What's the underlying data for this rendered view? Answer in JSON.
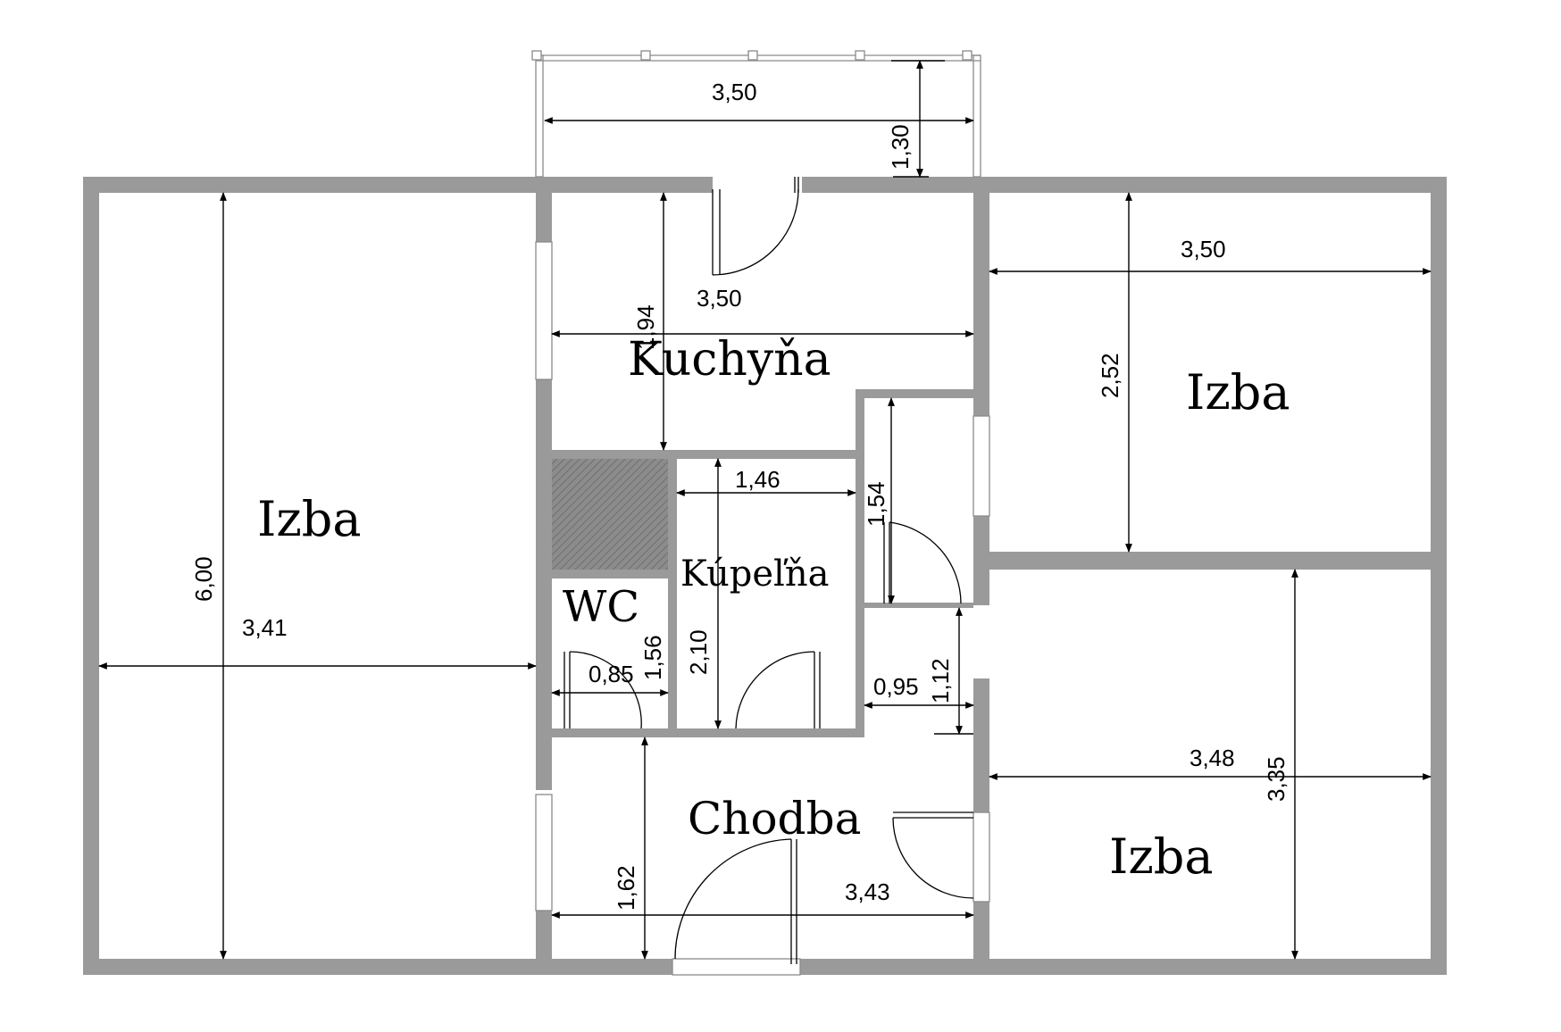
{
  "rooms": {
    "living_room": "Izba",
    "kitchen": "Kuchyňa",
    "bedroom_top": "Izba",
    "bedroom_bottom": "Izba",
    "bathroom": "Kúpeľňa",
    "wc": "WC",
    "hallway": "Chodba"
  },
  "dimensions": {
    "balcony_width": "3,50",
    "balcony_depth": "1,30",
    "kitchen_width": "3,50",
    "kitchen_depth": "1,94",
    "bedroom_top_width": "3,50",
    "bedroom_top_depth": "2,52",
    "living_length": "6,00",
    "living_width": "3,41",
    "bathroom_width": "1,46",
    "bathroom_depth": "2,10",
    "closet_depth": "1,54",
    "wc_depth": "1,56",
    "wc_width": "0,85",
    "niche_width": "0,95",
    "niche_depth": "1,12",
    "bedroom_bottom_width": "3,48",
    "bedroom_bottom_depth": "3,35",
    "hallway_depth": "1,62",
    "hallway_width": "3,43"
  },
  "colors": {
    "wall": "#9a9a9a",
    "chimney": "#8c8c8c",
    "line": "#000000"
  }
}
